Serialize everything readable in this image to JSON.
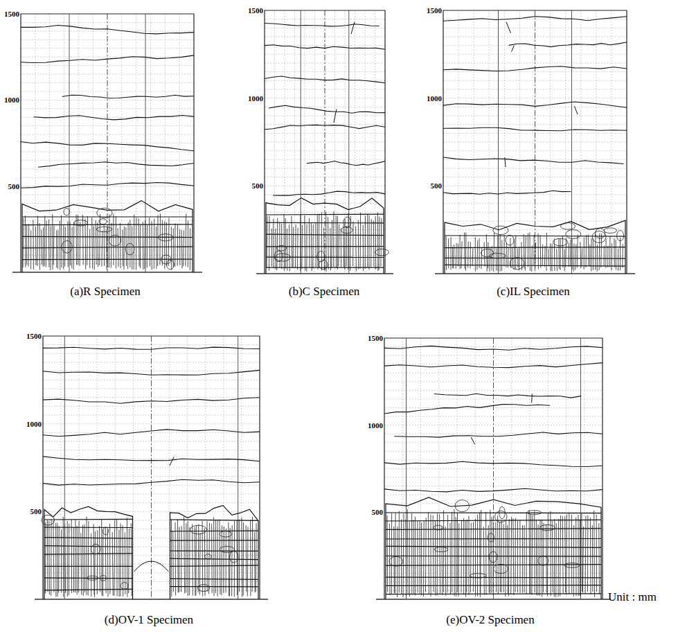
{
  "diagram": {
    "labels": [
      "1500",
      "1000",
      "500",
      "1500",
      "1000",
      "500",
      "1500",
      "1000",
      "500",
      "(a)R Specimen",
      "(b)C Specimen",
      "(c)IL Specimen",
      "1500",
      "1000",
      "500",
      "1500",
      "1000",
      "500",
      "(d)OV-1 Specimen",
      "(e)OV-2 Specimen",
      "Unit : mm"
    ]
  }
}
